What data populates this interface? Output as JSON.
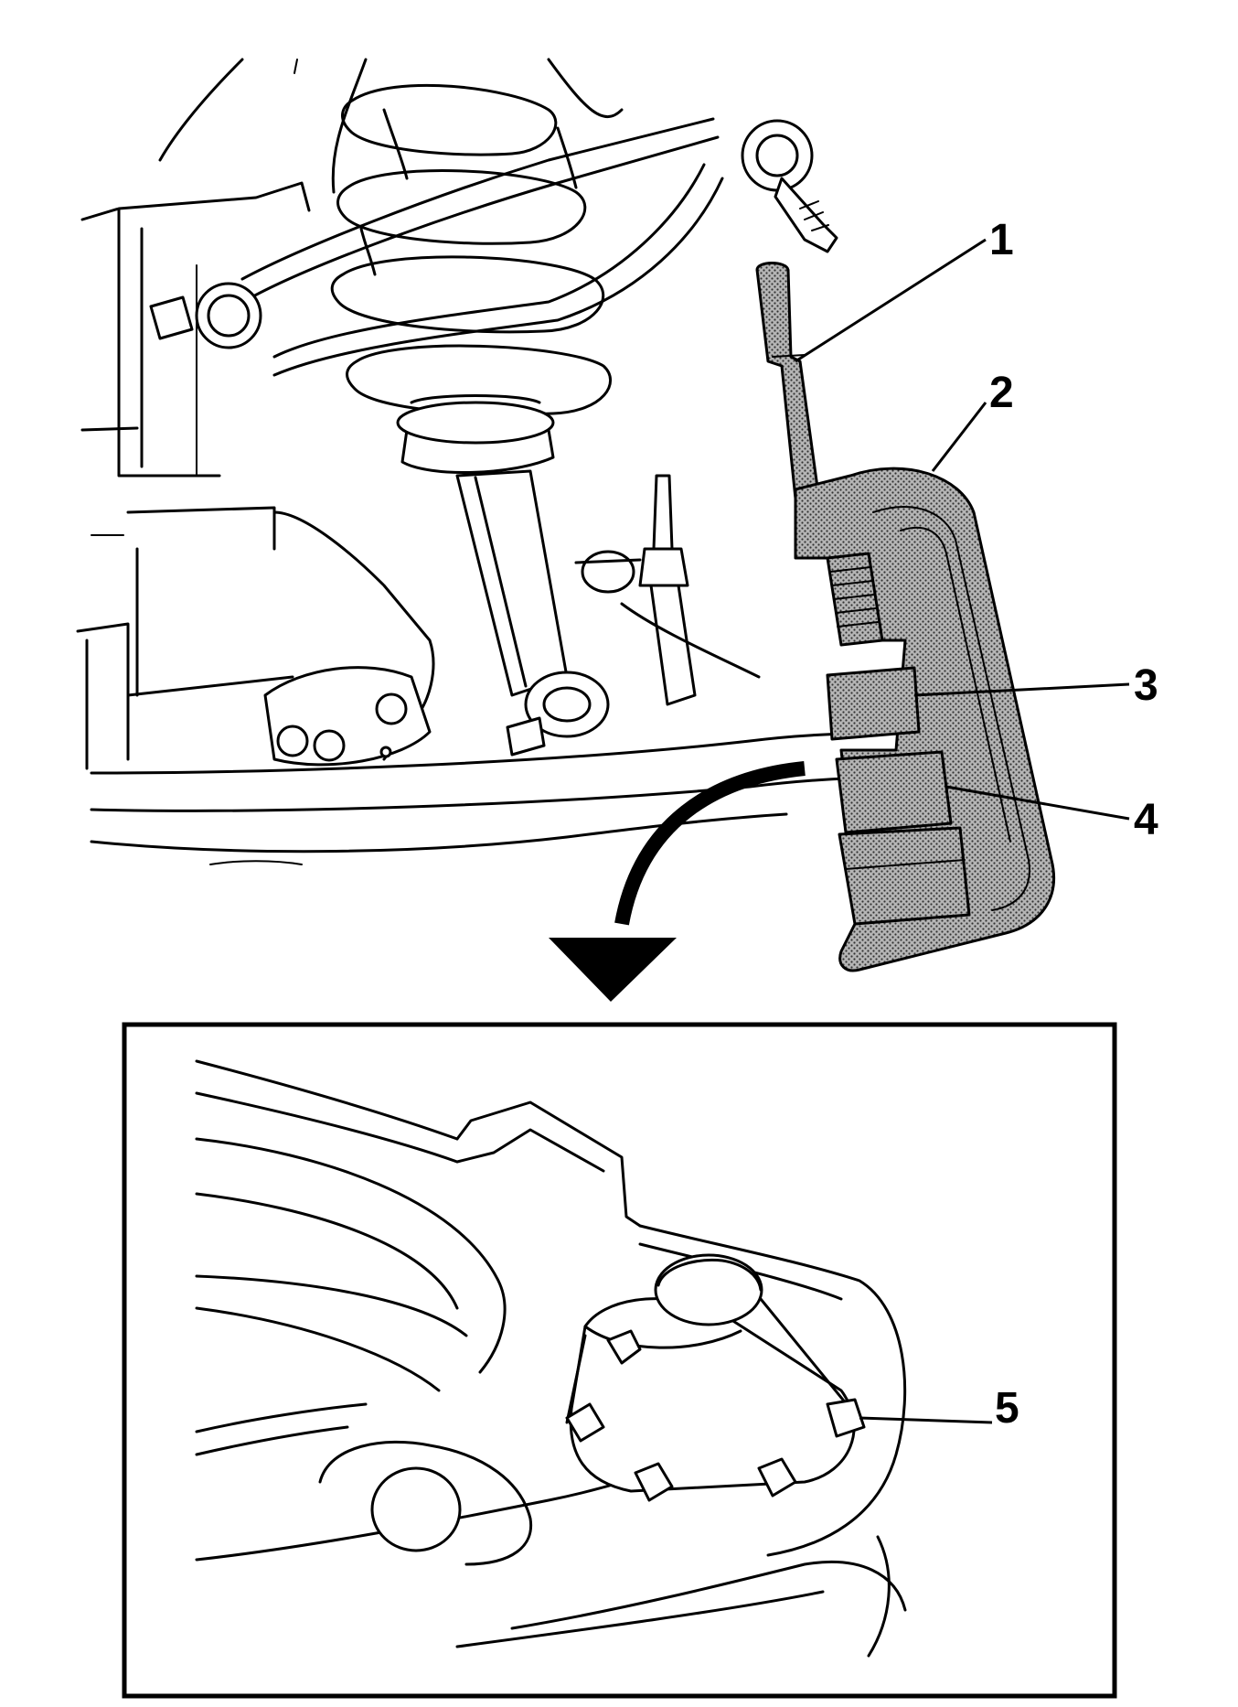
{
  "callouts": [
    {
      "id": "1",
      "label": "1"
    },
    {
      "id": "2",
      "label": "2"
    },
    {
      "id": "3",
      "label": "3"
    },
    {
      "id": "4",
      "label": "4"
    },
    {
      "id": "5",
      "label": "5"
    }
  ],
  "colors": {
    "line": "#000000",
    "background": "#ffffff",
    "tool_fill": "#8a8a8a"
  },
  "icons": {
    "detail_arrow": "curved-arrow-down-icon"
  }
}
